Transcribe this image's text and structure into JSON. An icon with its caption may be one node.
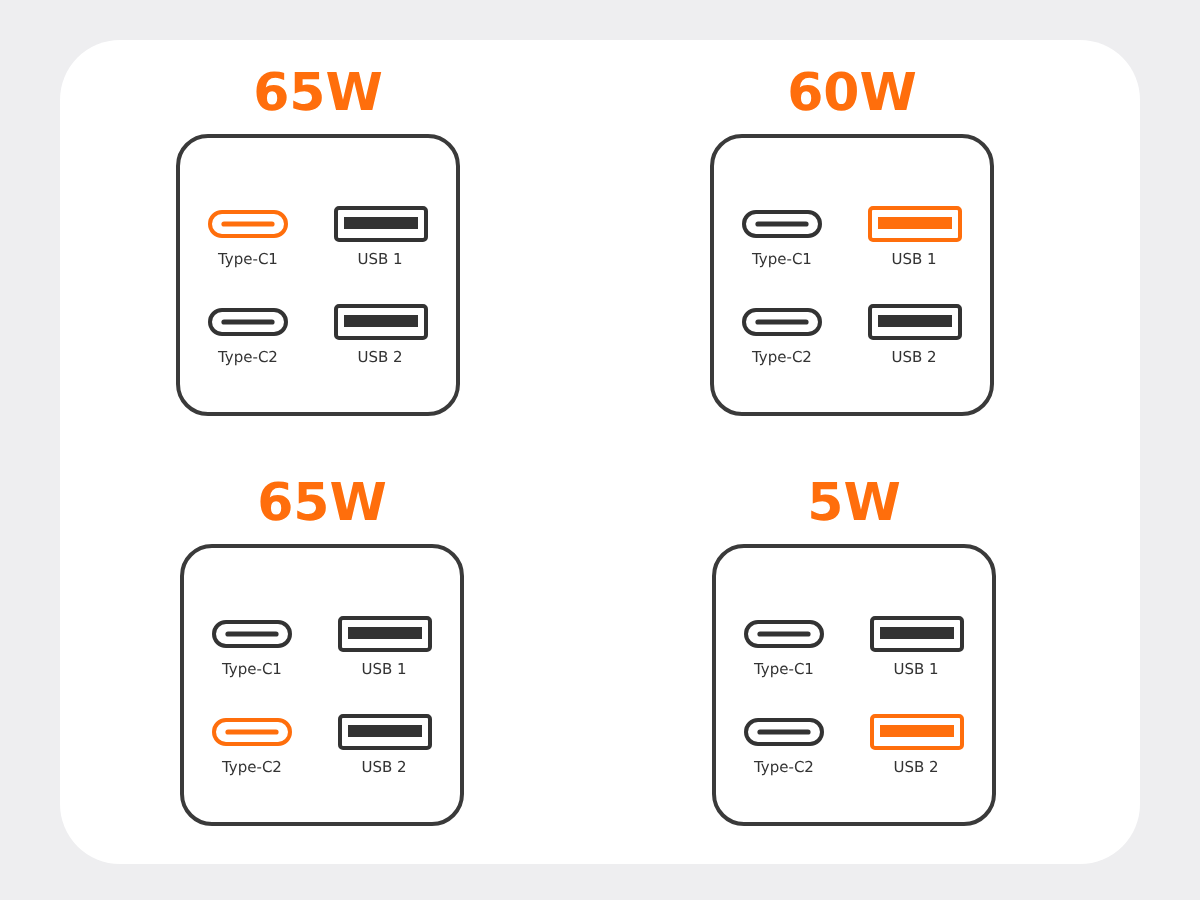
{
  "diagram": {
    "nodes": [
      {
        "text": [
          "65W"
        ]
      },
      {
        "text": [],
        "shape": "pill",
        "beside": [
          "Type-C1"
        ],
        "in": 0
      },
      {
        "text": [],
        "shape": "box",
        "beside": [
          "USB 1"
        ],
        "in": 0
      },
      {
        "text": [],
        "shape": "pill",
        "beside": [
          "Type-C2"
        ],
        "in": 0
      },
      {
        "text": [],
        "shape": "box",
        "beside": [
          "USB 2"
        ],
        "in": 0
      },
      {
        "text": [
          "60W"
        ]
      },
      {
        "text": [],
        "shape": "pill",
        "beside": [
          "Type-C1"
        ],
        "in": 5
      },
      {
        "text": [],
        "shape": "box",
        "beside": [
          "USB 1"
        ],
        "in": 5
      },
      {
        "text": [],
        "shape": "pill",
        "beside": [
          "Type-C2"
        ],
        "in": 5
      },
      {
        "text": [],
        "shape": "box",
        "beside": [
          "USB 2"
        ],
        "in": 5
      },
      {
        "text": [
          "65W"
        ]
      },
      {
        "text": [],
        "shape": "pill",
        "beside": [
          "Type-C1"
        ],
        "in": 10
      },
      {
        "text": [],
        "shape": "box",
        "beside": [
          "USB 1"
        ],
        "in": 10
      },
      {
        "text": [],
        "shape": "pill",
        "beside": [
          "Type-C2"
        ],
        "in": 10
      },
      {
        "text": [],
        "shape": "box",
        "beside": [
          "USB 2"
        ],
        "in": 10
      },
      {
        "text": [
          "5W"
        ]
      },
      {
        "text": [],
        "shape": "pill",
        "beside": [
          "Type-C1"
        ],
        "in": 15
      },
      {
        "text": [],
        "shape": "box",
        "beside": [
          "USB 1"
        ],
        "in": 15
      },
      {
        "text": [],
        "shape": "pill",
        "beside": [
          "Type-C2"
        ],
        "in": 15
      },
      {
        "text": [],
        "shape": "box",
        "beside": [
          "USB 2"
        ],
        "in": 15
      }
    ]
  }
}
